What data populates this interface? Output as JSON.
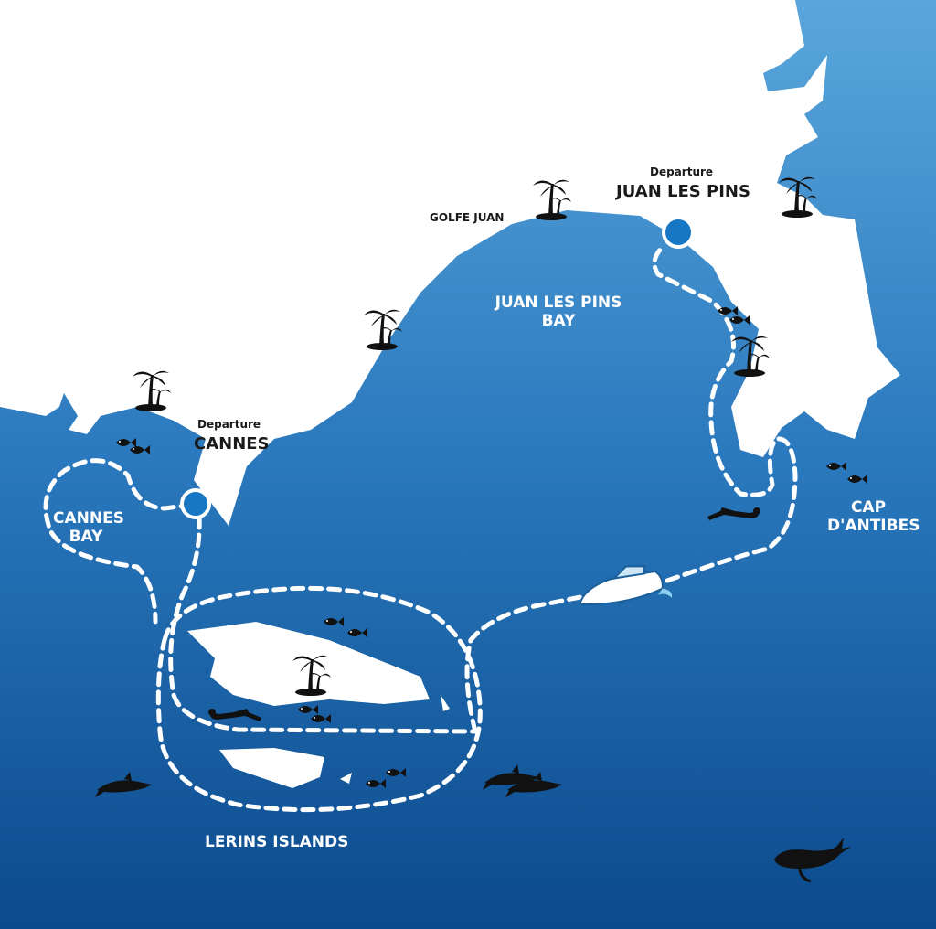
{
  "colors": {
    "sea_top": "#5aa6dc",
    "sea_bottom": "#0b4a8c",
    "land": "#ffffff",
    "marker": "#1877c4",
    "route": "#ffffff",
    "silhouette": "#111111"
  },
  "labels": {
    "golfe_juan": "GOLFE JUAN",
    "juan_departure_caption": "Departure",
    "juan_departure_name": "JUAN LES PINS",
    "juan_bay_line1": "JUAN LES PINS",
    "juan_bay_line2": "BAY",
    "cannes_departure_caption": "Departure",
    "cannes_departure_name": "CANNES",
    "cannes_bay_line1": "CANNES",
    "cannes_bay_line2": "BAY",
    "cap_line1": "CAP",
    "cap_line2": "D'ANTIBES",
    "lerins": "LERINS ISLANDS"
  },
  "icons": [
    "palm-tree-icon",
    "fish-icon",
    "diver-icon",
    "dolphin-icon",
    "whale-icon",
    "speedboat-icon",
    "departure-marker-icon"
  ]
}
